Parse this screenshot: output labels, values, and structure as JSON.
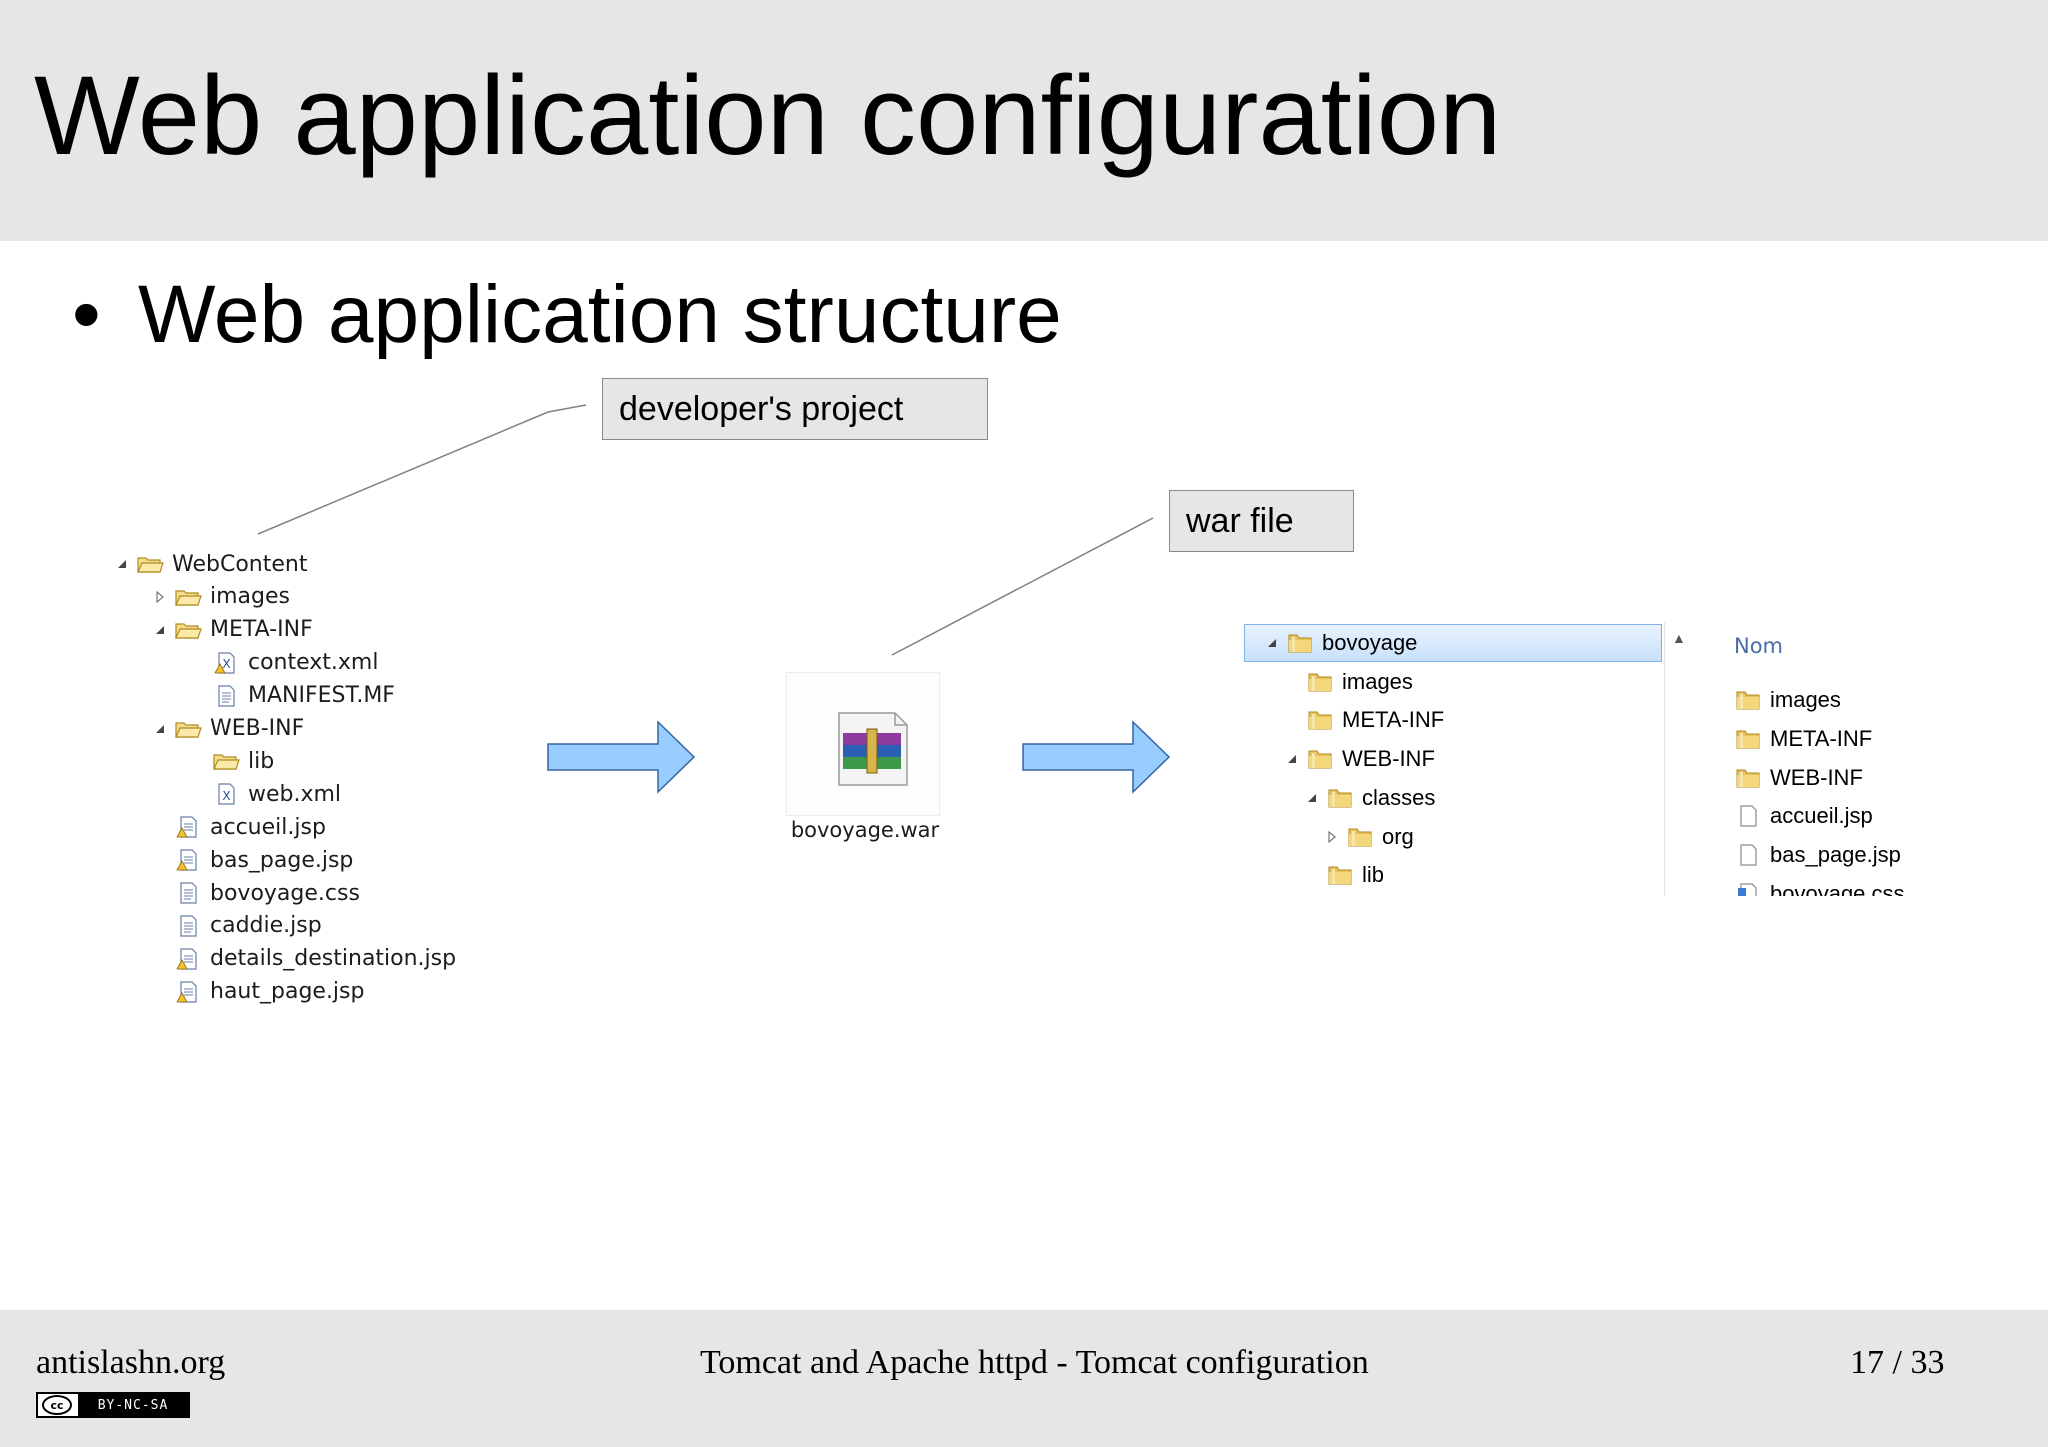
{
  "slide": {
    "title": "Web application configuration",
    "bullet": "Web application structure"
  },
  "callouts": {
    "developer": "developer's project",
    "war": "war file"
  },
  "dev_tree": [
    {
      "label": "WebContent",
      "icon": "open-folder-icon",
      "depth": 0,
      "twisty": "expanded"
    },
    {
      "label": "images",
      "icon": "open-folder-icon",
      "depth": 1,
      "twisty": "collapsed"
    },
    {
      "label": "META-INF",
      "icon": "open-folder-icon",
      "depth": 1,
      "twisty": "expanded"
    },
    {
      "label": "context.xml",
      "icon": "xml-warning-icon",
      "depth": 2,
      "twisty": "none"
    },
    {
      "label": "MANIFEST.MF",
      "icon": "text-file-icon",
      "depth": 2,
      "twisty": "none"
    },
    {
      "label": "WEB-INF",
      "icon": "open-folder-icon",
      "depth": 1,
      "twisty": "expanded"
    },
    {
      "label": "lib",
      "icon": "open-folder-icon",
      "depth": 2,
      "twisty": "none"
    },
    {
      "label": "web.xml",
      "icon": "xml-file-icon",
      "depth": 2,
      "twisty": "none"
    },
    {
      "label": "accueil.jsp",
      "icon": "jsp-warning-icon",
      "depth": 1,
      "twisty": "none"
    },
    {
      "label": "bas_page.jsp",
      "icon": "jsp-warning-icon",
      "depth": 1,
      "twisty": "none"
    },
    {
      "label": "bovoyage.css",
      "icon": "text-file-icon",
      "depth": 1,
      "twisty": "none"
    },
    {
      "label": "caddie.jsp",
      "icon": "text-file-icon",
      "depth": 1,
      "twisty": "none"
    },
    {
      "label": "details_destination.jsp",
      "icon": "jsp-warning-icon",
      "depth": 1,
      "twisty": "none"
    },
    {
      "label": "haut_page.jsp",
      "icon": "jsp-warning-icon",
      "depth": 1,
      "twisty": "none"
    }
  ],
  "war": {
    "filename": "bovoyage.war",
    "icon": "winrar-archive-icon"
  },
  "explorer_tree": [
    {
      "label": "bovoyage",
      "depth": 0,
      "twisty": "expanded",
      "selected": true
    },
    {
      "label": "images",
      "depth": 1,
      "twisty": "none",
      "selected": false
    },
    {
      "label": "META-INF",
      "depth": 1,
      "twisty": "none",
      "selected": false
    },
    {
      "label": "WEB-INF",
      "depth": 1,
      "twisty": "expanded",
      "selected": false
    },
    {
      "label": "classes",
      "depth": 2,
      "twisty": "expanded",
      "selected": false
    },
    {
      "label": "org",
      "depth": 3,
      "twisty": "collapsed",
      "selected": false
    },
    {
      "label": "lib",
      "depth": 2,
      "twisty": "none",
      "selected": false
    }
  ],
  "explorer_list": {
    "header": "Nom",
    "items": [
      {
        "label": "images",
        "icon": "folder-icon"
      },
      {
        "label": "META-INF",
        "icon": "folder-icon"
      },
      {
        "label": "WEB-INF",
        "icon": "folder-icon"
      },
      {
        "label": "accueil.jsp",
        "icon": "blank-file-icon"
      },
      {
        "label": "bas_page.jsp",
        "icon": "blank-file-icon"
      },
      {
        "label": "bovoyage.css",
        "icon": "css-file-icon"
      }
    ]
  },
  "colors": {
    "arrow_fill": "#99ccff",
    "arrow_stroke": "#3465a4",
    "band": "#e6e6e6",
    "folder": "#e8c25a"
  },
  "footer": {
    "site": "antislashn.org",
    "center": "Tomcat and Apache httpd - Tomcat configuration",
    "page": "17 / 33",
    "license_badge": "BY-NC-SA",
    "license_mark": "cc"
  }
}
